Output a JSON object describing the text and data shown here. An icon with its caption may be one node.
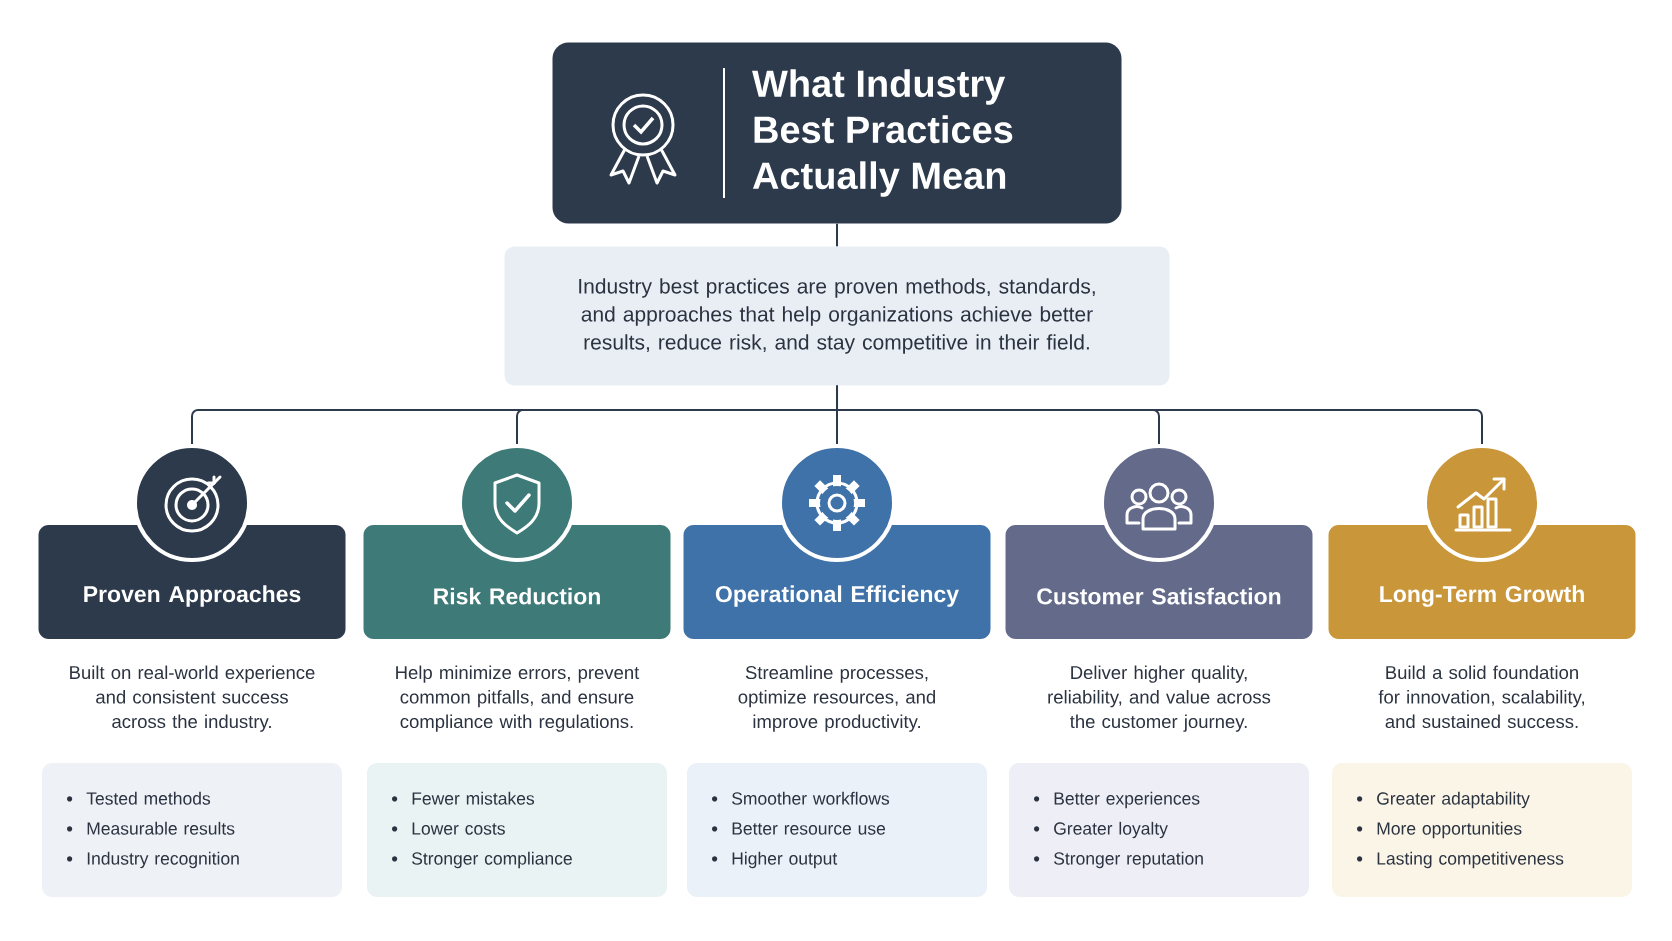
{
  "diagram": {
    "nodes": [
      {
        "text": [
          "What Industry Best Practices Actually Mean"
        ]
      },
      {
        "text": [
          "Industry best practices are proven methods, standards, and approaches that help organizations achieve better results, reduce risk, and stay competitive in their field."
        ]
      },
      {
        "text": [],
        "shape": "circle"
      },
      {
        "text": [
          "Proven Approaches"
        ],
        "beside": [
          "Built on real-world experience and consistent success across the industry."
        ]
      },
      {
        "text": [
          "Tested methods",
          "Measurable results",
          "Industry recognition"
        ]
      },
      {
        "text": [],
        "shape": "circle"
      },
      {
        "text": [
          "Risk Reduction"
        ],
        "beside": [
          "Help minimize errors, prevent common pitfalls, and ensure compliance with regulations."
        ]
      },
      {
        "text": [
          "Fewer mistakes",
          "Lower costs",
          "Stronger compliance"
        ]
      },
      {
        "text": [],
        "shape": "circle"
      },
      {
        "text": [
          "Operational Efficiency"
        ],
        "beside": [
          "Streamline processes, optimize resources, and improve productivity."
        ]
      },
      {
        "text": [
          "Smoother workflows",
          "Better resource use",
          "Higher output"
        ]
      },
      {
        "text": [],
        "shape": "circle"
      },
      {
        "text": [
          "Customer Satisfaction"
        ],
        "beside": [
          "Deliver higher quality, reliability, and value across the customer journey."
        ]
      },
      {
        "text": [
          "Better experiences",
          "Greater loyalty",
          "Stronger reputation"
        ]
      },
      {
        "text": [],
        "shape": "circle"
      },
      {
        "text": [
          "Long-Term Growth"
        ],
        "beside": [
          "Build a solid foundation for innovation, scalability, and sustained success."
        ]
      },
      {
        "text": [
          "Greater adaptability",
          "More opportunities",
          "Lasting competitiveness"
        ]
      }
    ],
    "edges": [
      {
        "from": 0,
        "to": 1,
        "arrow": "none"
      },
      {
        "from": 1,
        "to": 2,
        "arrow": "none"
      },
      {
        "from": 1,
        "to": 5,
        "arrow": "none"
      },
      {
        "from": 1,
        "to": 8,
        "arrow": "none"
      },
      {
        "from": 1,
        "to": 11,
        "arrow": "none"
      },
      {
        "from": 1,
        "to": 14,
        "arrow": "none"
      }
    ]
  }
}
